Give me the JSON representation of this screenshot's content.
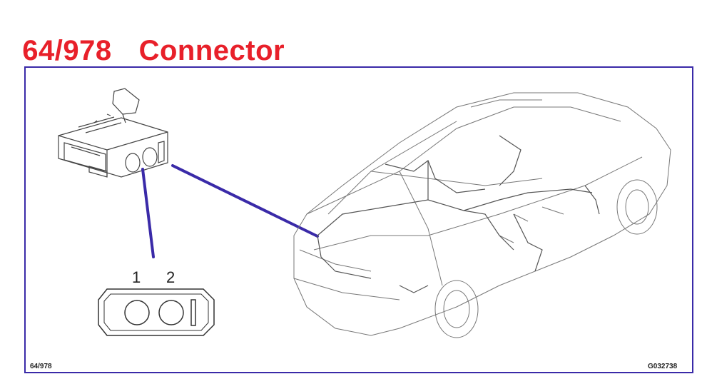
{
  "header": {
    "code": "64/978",
    "name": "Connector"
  },
  "diagram": {
    "figure_ref_left": "64/978",
    "figure_ref_right": "G032738",
    "pins": [
      "1",
      "2"
    ]
  },
  "colors": {
    "title": "#e8202a",
    "frame": "#3a2aa8",
    "leader": "#3a2aa8",
    "line_art": "#555555"
  }
}
